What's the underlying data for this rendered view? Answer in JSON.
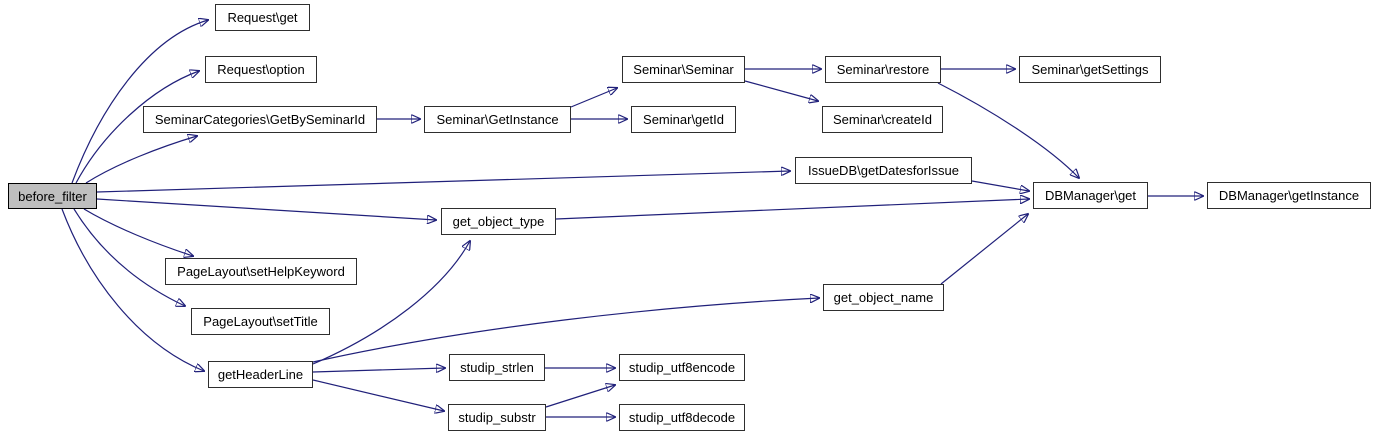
{
  "graph": {
    "type": "call-graph",
    "root": "before_filter",
    "colors": {
      "edge": "#20207a",
      "node_fill": "#ffffff",
      "node_border": "#2e2e2e",
      "highlight_fill": "#bfbfbf",
      "text": "#000000"
    },
    "nodes": [
      {
        "id": "before_filter",
        "label": "before_filter",
        "highlighted": true
      },
      {
        "id": "request_get",
        "label": "Request\\get",
        "highlighted": false
      },
      {
        "id": "request_option",
        "label": "Request\\option",
        "highlighted": false
      },
      {
        "id": "semcat_getbyseminarid",
        "label": "SeminarCategories\\GetBySeminarId",
        "highlighted": false
      },
      {
        "id": "seminar_getinstance",
        "label": "Seminar\\GetInstance",
        "highlighted": false
      },
      {
        "id": "seminar_seminar",
        "label": "Seminar\\Seminar",
        "highlighted": false
      },
      {
        "id": "seminar_getid",
        "label": "Seminar\\getId",
        "highlighted": false
      },
      {
        "id": "seminar_restore",
        "label": "Seminar\\restore",
        "highlighted": false
      },
      {
        "id": "seminar_getsettings",
        "label": "Seminar\\getSettings",
        "highlighted": false
      },
      {
        "id": "seminar_createid",
        "label": "Seminar\\createId",
        "highlighted": false
      },
      {
        "id": "issuedb_getdatesforissue",
        "label": "IssueDB\\getDatesforIssue",
        "highlighted": false
      },
      {
        "id": "dbmanager_get",
        "label": "DBManager\\get",
        "highlighted": false
      },
      {
        "id": "dbmanager_getinstance",
        "label": "DBManager\\getInstance",
        "highlighted": false
      },
      {
        "id": "get_object_type",
        "label": "get_object_type",
        "highlighted": false
      },
      {
        "id": "pagelayout_sethelpkeyword",
        "label": "PageLayout\\setHelpKeyword",
        "highlighted": false
      },
      {
        "id": "pagelayout_settitle",
        "label": "PageLayout\\setTitle",
        "highlighted": false
      },
      {
        "id": "getheaderline",
        "label": "getHeaderLine",
        "highlighted": false
      },
      {
        "id": "get_object_name",
        "label": "get_object_name",
        "highlighted": false
      },
      {
        "id": "studip_strlen",
        "label": "studip_strlen",
        "highlighted": false
      },
      {
        "id": "studip_substr",
        "label": "studip_substr",
        "highlighted": false
      },
      {
        "id": "studip_utf8encode",
        "label": "studip_utf8encode",
        "highlighted": false
      },
      {
        "id": "studip_utf8decode",
        "label": "studip_utf8decode",
        "highlighted": false
      }
    ],
    "edges": [
      {
        "from": "before_filter",
        "to": "Request\\get"
      },
      {
        "from": "before_filter",
        "to": "Request\\option"
      },
      {
        "from": "before_filter",
        "to": "SeminarCategories\\GetBySeminarId"
      },
      {
        "from": "before_filter",
        "to": "IssueDB\\getDatesforIssue"
      },
      {
        "from": "before_filter",
        "to": "get_object_type"
      },
      {
        "from": "before_filter",
        "to": "PageLayout\\setHelpKeyword"
      },
      {
        "from": "before_filter",
        "to": "PageLayout\\setTitle"
      },
      {
        "from": "before_filter",
        "to": "getHeaderLine"
      },
      {
        "from": "SeminarCategories\\GetBySeminarId",
        "to": "Seminar\\GetInstance"
      },
      {
        "from": "Seminar\\GetInstance",
        "to": "Seminar\\Seminar"
      },
      {
        "from": "Seminar\\GetInstance",
        "to": "Seminar\\getId"
      },
      {
        "from": "Seminar\\Seminar",
        "to": "Seminar\\restore"
      },
      {
        "from": "Seminar\\Seminar",
        "to": "Seminar\\createId"
      },
      {
        "from": "Seminar\\restore",
        "to": "Seminar\\getSettings"
      },
      {
        "from": "Seminar\\restore",
        "to": "DBManager\\get"
      },
      {
        "from": "IssueDB\\getDatesforIssue",
        "to": "DBManager\\get"
      },
      {
        "from": "get_object_type",
        "to": "DBManager\\get"
      },
      {
        "from": "get_object_name",
        "to": "DBManager\\get"
      },
      {
        "from": "DBManager\\get",
        "to": "DBManager\\getInstance"
      },
      {
        "from": "getHeaderLine",
        "to": "get_object_type"
      },
      {
        "from": "getHeaderLine",
        "to": "get_object_name"
      },
      {
        "from": "getHeaderLine",
        "to": "studip_strlen"
      },
      {
        "from": "getHeaderLine",
        "to": "studip_substr"
      },
      {
        "from": "studip_strlen",
        "to": "studip_utf8encode"
      },
      {
        "from": "studip_substr",
        "to": "studip_utf8encode"
      },
      {
        "from": "studip_substr",
        "to": "studip_utf8decode"
      }
    ]
  }
}
